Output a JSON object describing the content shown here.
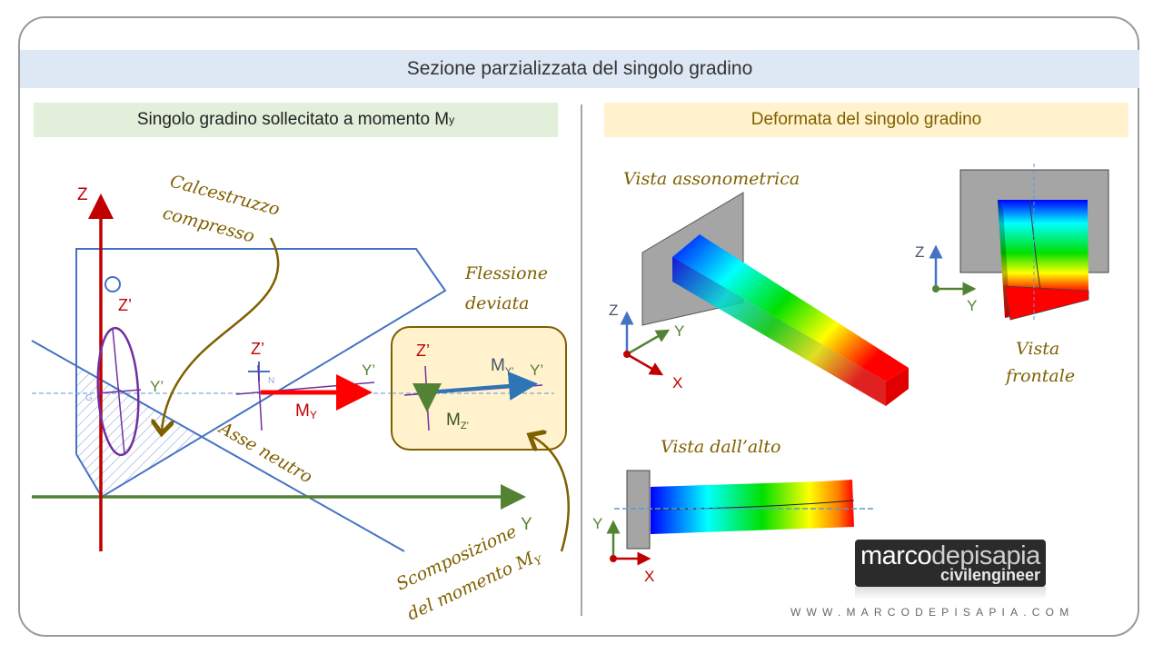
{
  "title": "Sezione parzializzata del singolo gradino",
  "left_panel": {
    "subtitle": "Singolo gradino sollecitato a momento M",
    "subtitle_sub": "y",
    "axis_z": "Z",
    "axis_y": "Y",
    "z_prime": "Z’",
    "y_prime": "Y’",
    "g_label": "G",
    "n_label": "N",
    "m_label": "M",
    "m_sub_y": "Y",
    "m_sub_yprime": "Y’",
    "m_sub_zprime": "Z’",
    "note_calcestruzzo_1": "Calcestruzzo",
    "note_calcestruzzo_2": "compresso",
    "note_flessione_1": "Flessione",
    "note_flessione_2": "deviata",
    "note_asse": "Asse neutro",
    "note_scomp_1": "Scomposizione",
    "note_scomp_2": "del momento M",
    "note_scomp_sub": "Y"
  },
  "right_panel": {
    "subtitle": "Deformata del singolo gradino",
    "vista_asso": "Vista assonometrica",
    "vista_frontale_1": "Vista",
    "vista_frontale_2": "frontale",
    "vista_alto": "Vista dall’alto",
    "axis_x": "X",
    "axis_y": "Y",
    "axis_z": "Z"
  },
  "logo": {
    "part1": "marco",
    "part2": "depisapia",
    "tagline": "civilengineer"
  },
  "url": "WWW.MARCODEPISAPIA.COM",
  "colors": {
    "title_bg": "#dde8f4",
    "left_sub_bg": "#e2efda",
    "right_sub_bg": "#fff2cc",
    "hand": "#7f6000",
    "red": "#c00000",
    "green": "#548235",
    "blue": "#4472c4",
    "purple": "#7030a0"
  }
}
